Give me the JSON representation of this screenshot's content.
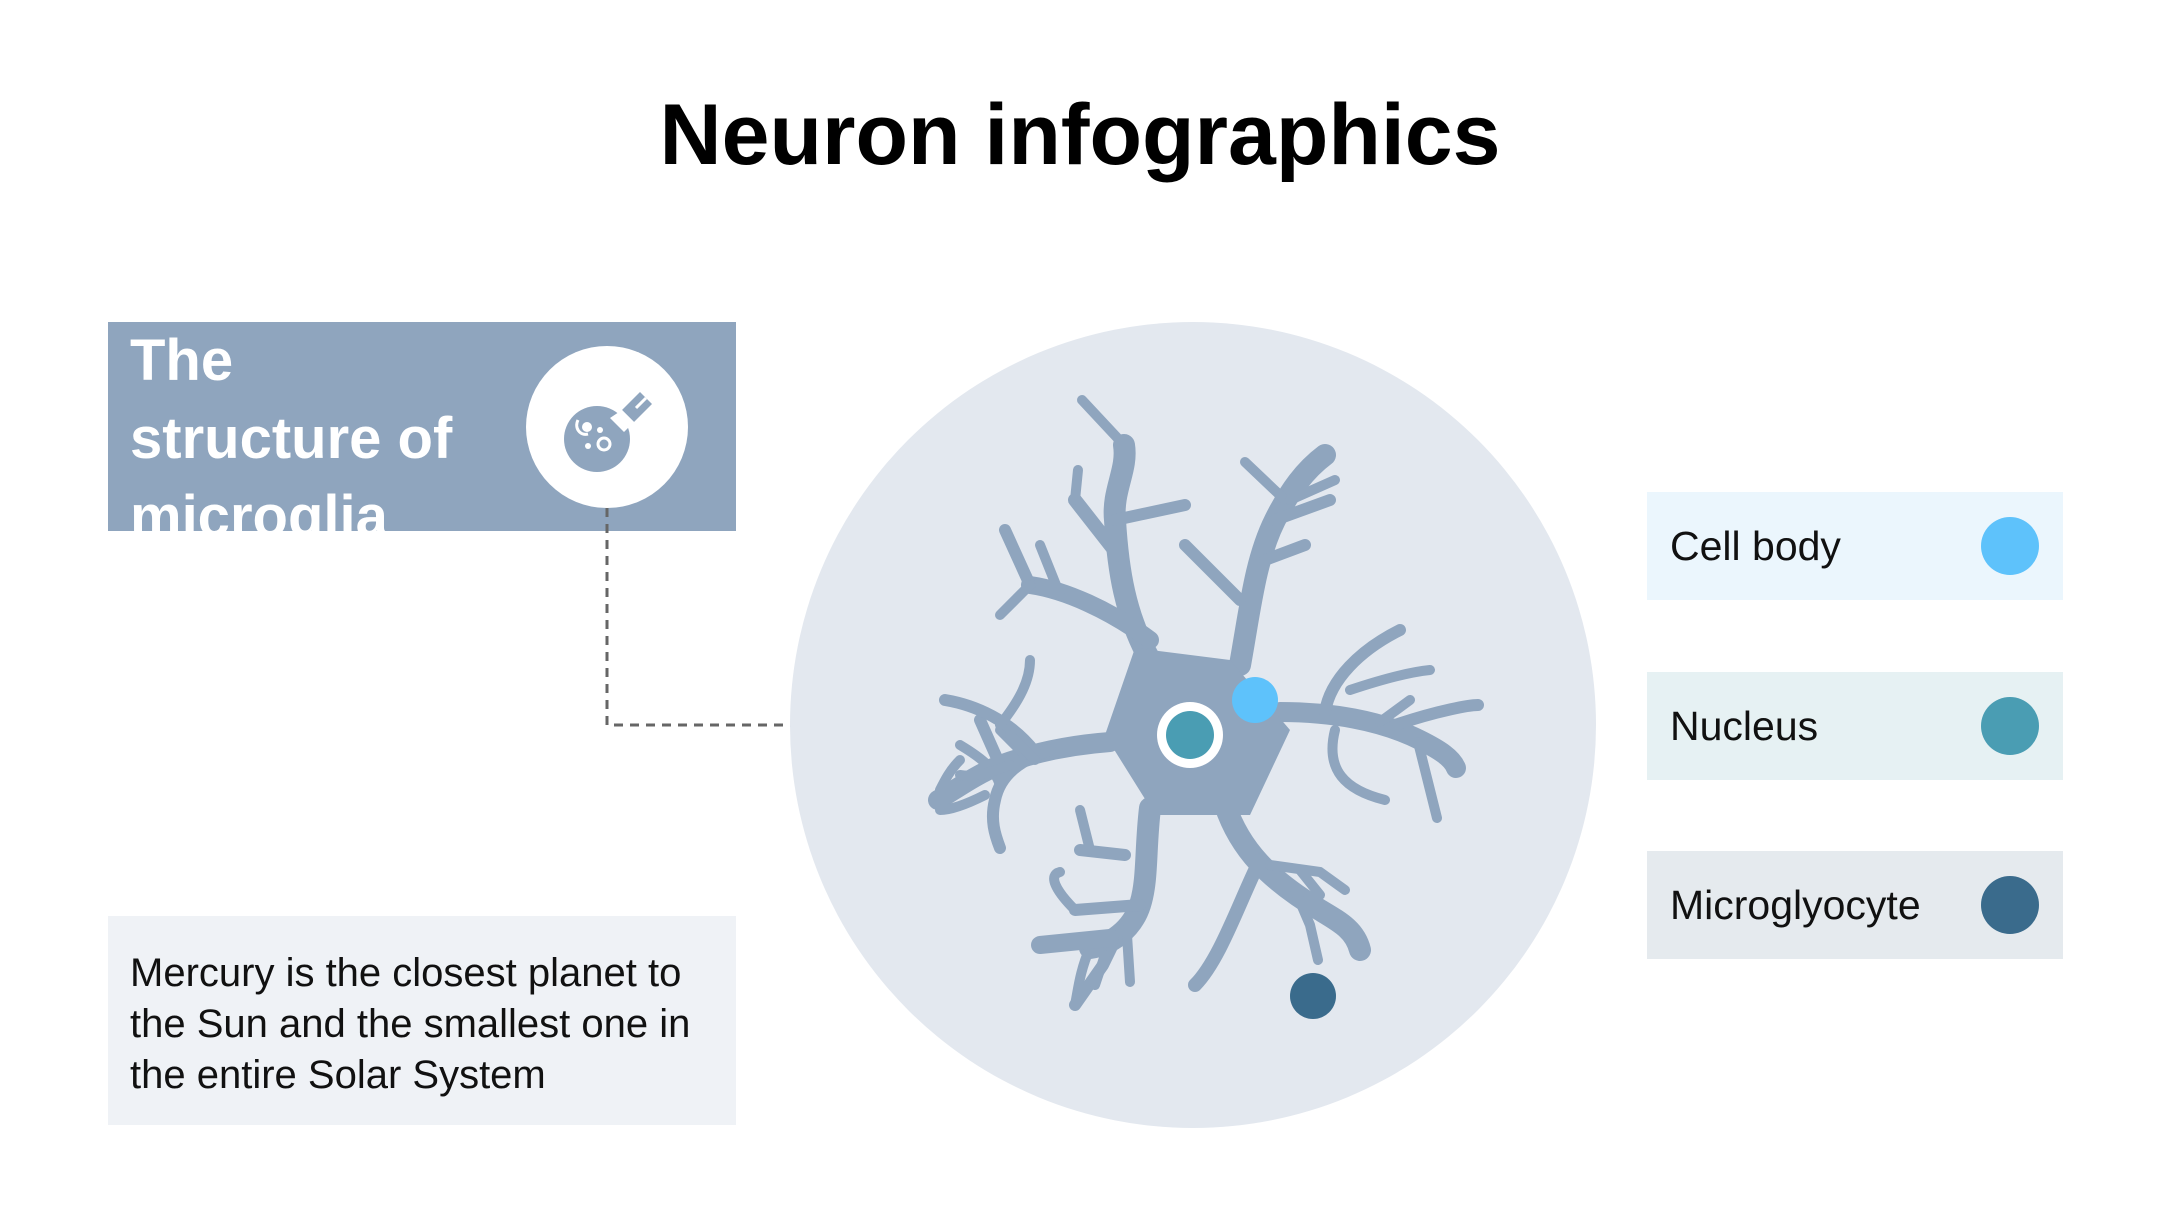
{
  "page": {
    "title": "Neuron infographics"
  },
  "header_card": {
    "title": "The\nstructure of\nmicroglia",
    "icon": "microglia-cell-icon"
  },
  "description_card": {
    "text": "Mercury is the closest planet to the Sun and the smallest one in the entire Solar System"
  },
  "legend": [
    {
      "label": "Cell body",
      "color": "#5ec2fb",
      "background": "#ebf6fd"
    },
    {
      "label": "Nucleus",
      "color": "#4a9db3",
      "background": "#e6f1f3"
    },
    {
      "label": "Microglyocyte",
      "color": "#3a6b8c",
      "background": "#e5eaee"
    }
  ],
  "colors": {
    "neuron": "#8fa5be",
    "circle_bg": "#e3e8ef",
    "header_bg": "#8fa5be",
    "description_bg": "#eff2f6",
    "connector": "#666666"
  }
}
